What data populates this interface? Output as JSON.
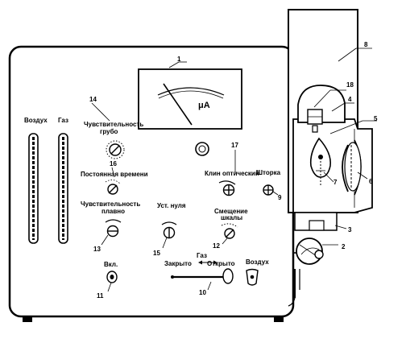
{
  "labels": {
    "air": "Воздух",
    "gas": "Газ",
    "sens_coarse_1": "Чувствительность",
    "sens_coarse_2": "грубо",
    "time_const": "Постоянная времени",
    "sens_fine_1": "Чувствительность",
    "sens_fine_2": "плавно",
    "zero_set": "Уст. нуля",
    "optical_wedge": "Клин оптический",
    "shutter": "Шторка",
    "scale_shift_1": "Смещение",
    "scale_shift_2": "шкалы",
    "on": "Вкл.",
    "gas_valve": "Газ",
    "closed": "Закрыто",
    "open": "Открыто",
    "air_valve": "Воздух",
    "meter_unit": "μA"
  },
  "callouts": {
    "n1": "1",
    "n2": "2",
    "n3": "3",
    "n4": "4",
    "n5": "5",
    "n6": "6",
    "n7": "7",
    "n8": "8",
    "n9": "9",
    "n10": "10",
    "n11": "11",
    "n12": "12",
    "n13": "13",
    "n14": "14",
    "n15": "15",
    "n16": "16",
    "n17": "17",
    "n18": "18"
  }
}
